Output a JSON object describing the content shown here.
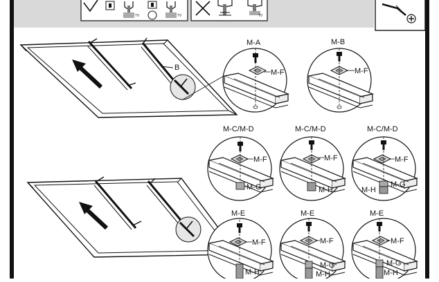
{
  "header": {
    "band_color": "#d9d9d9",
    "left_box_icons": [
      "checkmark-icon",
      "small-screw-icon",
      "tv-bolt-icon",
      "spacer-stack-icon",
      "tv-bolt-spacer-icon"
    ],
    "right_box_icons": [
      "cross-icon",
      "bracket-bolt-icon",
      "bracket-bolt-tv-icon"
    ],
    "tv_label": "TV",
    "tool_icon": "phillips-screwdriver-icon"
  },
  "labels": {
    "bracket": "B",
    "screws": {
      "a": "M-A",
      "b": "M-B",
      "cd": "M-C/M-D",
      "e": "M-E"
    },
    "washer": "M-F",
    "spacer_g": "M-G",
    "spacer_h": "M-H"
  },
  "colors": {
    "line": "#111111",
    "panel": "#ffffff",
    "shade": "#d9d9d9"
  }
}
